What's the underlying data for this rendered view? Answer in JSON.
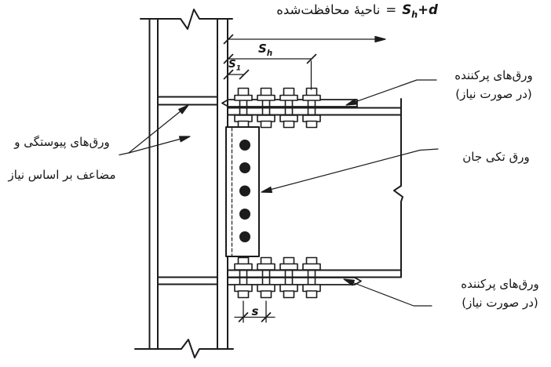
{
  "diagram": {
    "protected_zone": {
      "zone_text": "ناحیهٔ محافظت‌شده",
      "equals": "=",
      "formula_base": "S",
      "formula_sub": "h",
      "formula_suffix": "+d"
    },
    "dims": {
      "sh_base": "S",
      "sh_sub": "h",
      "s1_base": "S",
      "s1_sub": "1",
      "s": "s"
    },
    "labels": {
      "continuity_line1": "ورق‌های پیوستگی و",
      "continuity_line2": "مضاعف بر اساس نیاز",
      "filler_top_line1": "ورق‌های پرکننده",
      "filler_top_line2": "(در صورت نیاز)",
      "web_plate": "ورق تکی جان",
      "filler_bottom_line1": "ورق‌های پرکننده",
      "filler_bottom_line2": "(در صورت نیاز)"
    },
    "colors": {
      "line": "#1c1c1c",
      "text": "#151515",
      "background": "#ffffff"
    }
  }
}
